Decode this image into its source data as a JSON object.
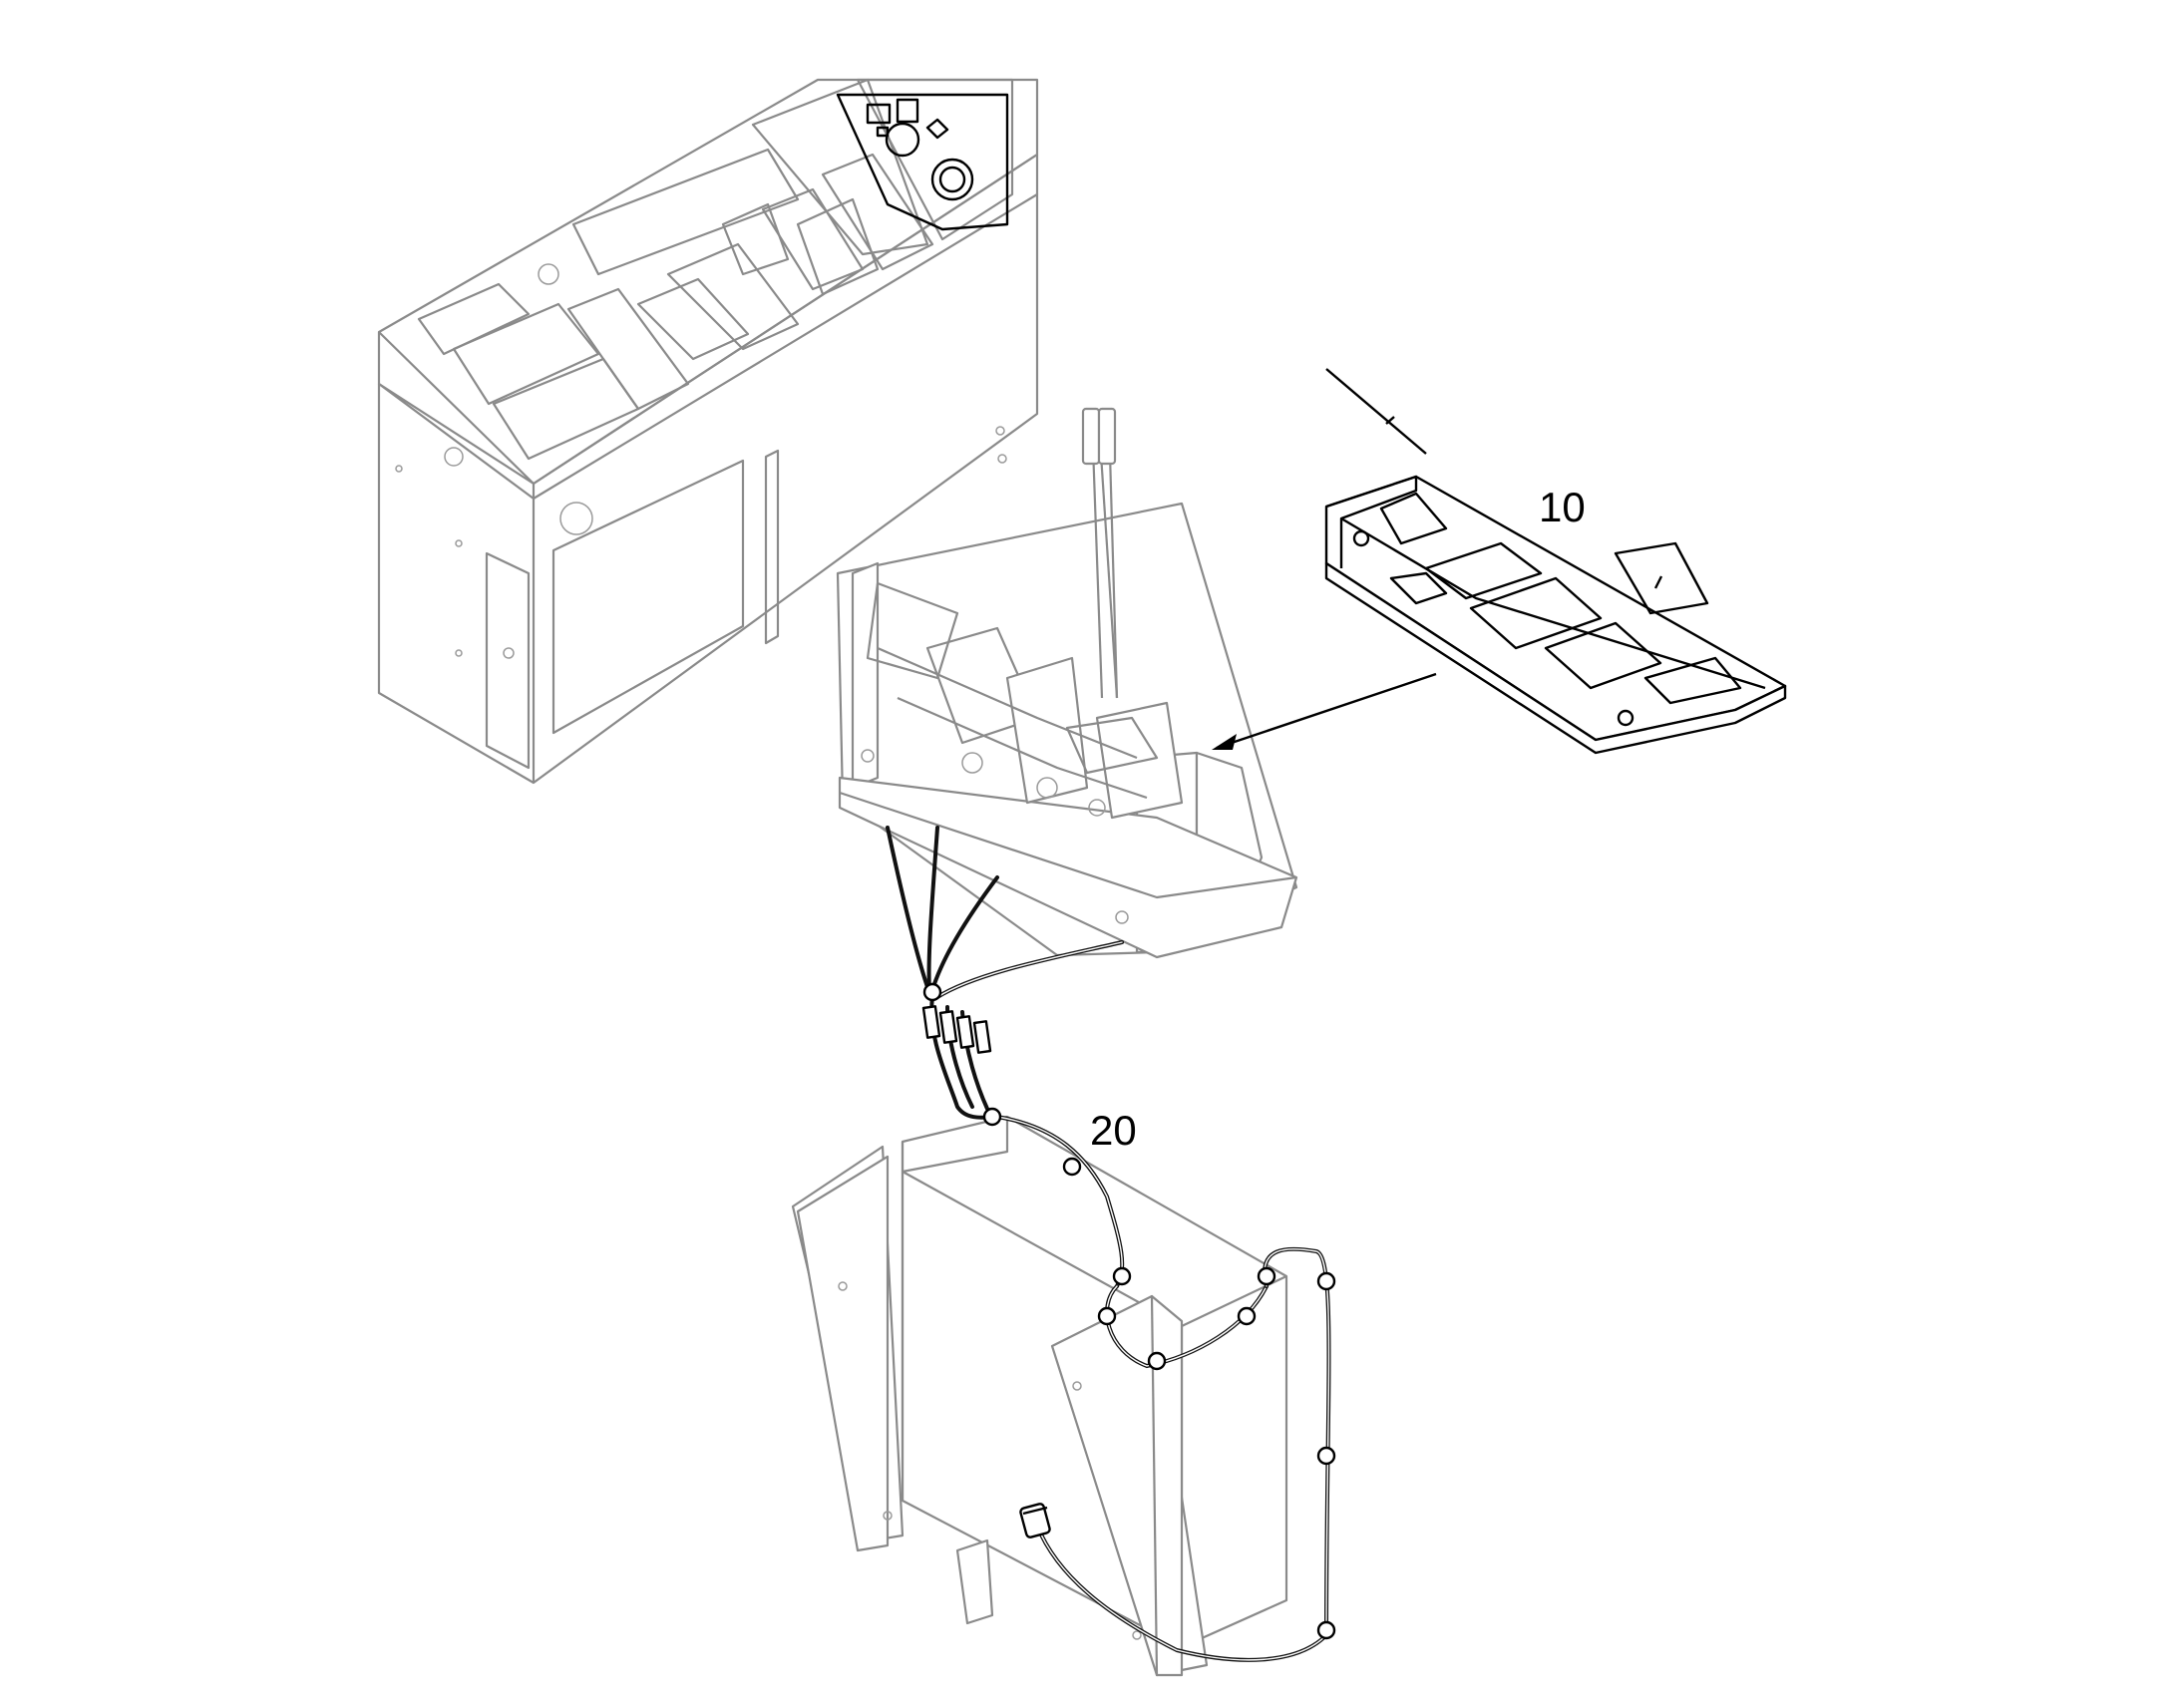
{
  "callouts": [
    {
      "id": "part-10",
      "label": "10"
    },
    {
      "id": "part-20",
      "label": "20"
    }
  ],
  "colors": {
    "background": "#ffffff",
    "context_geometry": "#8a8a8a",
    "highlighted_part": "#000000",
    "text": "#000000"
  }
}
